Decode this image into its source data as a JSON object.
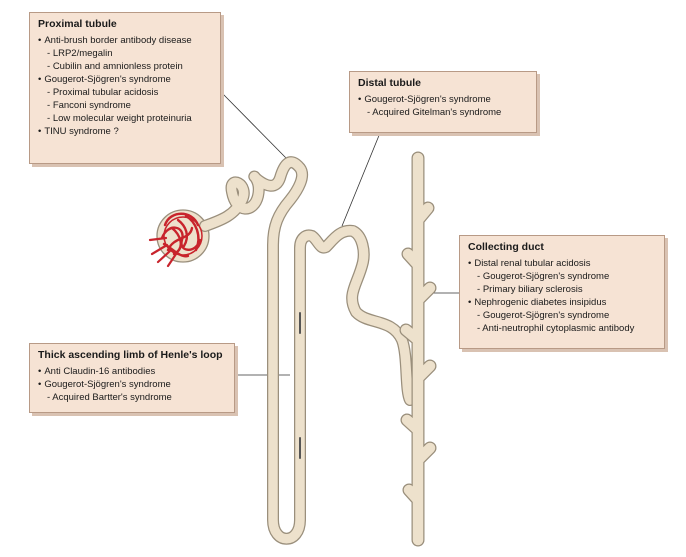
{
  "labels": {
    "proximal": {
      "title": "Proximal tubule",
      "items": [
        {
          "level": 1,
          "text": "Anti-brush border antibody disease"
        },
        {
          "level": 2,
          "text": "LRP2/megalin"
        },
        {
          "level": 2,
          "text": "Cubilin and amnionless protein"
        },
        {
          "level": 1,
          "text": "Gougerot-Sjögren's syndrome"
        },
        {
          "level": 2,
          "text": "Proximal tubular acidosis"
        },
        {
          "level": 2,
          "text": "Fanconi syndrome"
        },
        {
          "level": 2,
          "text": "Low molecular weight proteinuria"
        },
        {
          "level": 1,
          "text": "TINU syndrome ?"
        }
      ]
    },
    "distal": {
      "title": "Distal tubule",
      "items": [
        {
          "level": 1,
          "text": "Gougerot-Sjögren's syndrome"
        },
        {
          "level": 2,
          "text": "Acquired Gitelman's syndrome"
        }
      ]
    },
    "collecting": {
      "title": "Collecting duct",
      "items": [
        {
          "level": 1,
          "text": "Distal renal tubular acidosis"
        },
        {
          "level": 2,
          "text": "Gougerot-Sjögren's syndrome"
        },
        {
          "level": 2,
          "text": "Primary biliary sclerosis"
        },
        {
          "level": 1,
          "text": "Nephrogenic diabetes insipidus"
        },
        {
          "level": 2,
          "text": "Gougerot-Sjögren's syndrome"
        },
        {
          "level": 2,
          "text": "Anti-neutrophil cytoplasmic antibody"
        }
      ]
    },
    "henle": {
      "title": "Thick ascending limb of Henle's loop",
      "items": [
        {
          "level": 1,
          "text": "Anti Claudin-16 antibodies"
        },
        {
          "level": 1,
          "text": "Gougerot-Sjögren's syndrome"
        },
        {
          "level": 2,
          "text": "Acquired Bartter's syndrome"
        }
      ]
    }
  },
  "colors": {
    "tubule_fill": "#ede1cc",
    "tubule_outline": "#9a8f7c",
    "glomerulus": "#c8242c",
    "box_fill": "#f6e3d4",
    "box_border": "#b89a86"
  }
}
